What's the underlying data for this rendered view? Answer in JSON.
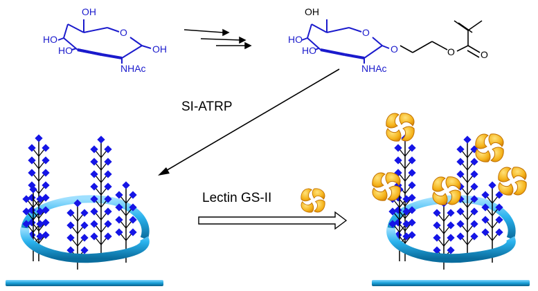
{
  "colors": {
    "molecule": "#1a1acc",
    "bond": "#000000",
    "sugar": "#1515e6",
    "ring": "#19a5e0",
    "ring_dark": "#0a6d9e",
    "substrate": "#19a0d8",
    "lectin": "#f5b41c",
    "lectin_edge": "#d07a00"
  },
  "glcnac": {
    "oh_top": "OH",
    "ho_left": "HO",
    "ho_mid": "HO",
    "ring_o": "O",
    "oh_right": "OH",
    "nhac": "NHAc"
  },
  "monomer": {
    "oh_top": "OH",
    "ho_left": "HO",
    "ho_mid": "HO",
    "ring_o": "O",
    "link_o": "O",
    "ester_o": "O",
    "carbonyl_o": "O",
    "nhac": "NHAc"
  },
  "labels": {
    "step1": "SI-ATRP",
    "step2": "Lectin GS-II"
  },
  "icons": {
    "arrow1": "multi-step-arrow-icon",
    "arrow2": "diagonal-arrow-icon",
    "arrow3": "hollow-arrow-icon",
    "lectin": "lectin-cluster-icon"
  }
}
